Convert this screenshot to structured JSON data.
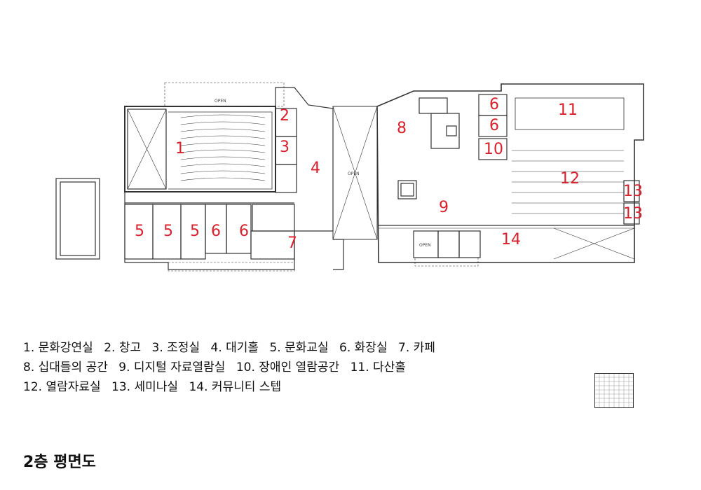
{
  "title": "2층 평면도",
  "open_labels": [
    "OPEN",
    "OPEN",
    "OPEN"
  ],
  "legend": [
    [
      "1. 문화강연실",
      "2. 창고",
      "3. 조정실",
      "4. 대기홀",
      "5. 문화교실",
      "6. 화장실",
      "7. 카페"
    ],
    [
      "8. 십대들의 공간",
      "9. 디지털 자료열람실",
      "10. 장애인 열람공간",
      "11. 다산홀"
    ],
    [
      "12. 열람자료실",
      "13. 세미나실",
      "14. 커뮤니티 스텝"
    ]
  ],
  "room_labels": [
    "1",
    "2",
    "3",
    "4",
    "5",
    "5",
    "5",
    "6",
    "6",
    "6",
    "6",
    "7",
    "8",
    "9",
    "10",
    "11",
    "12",
    "13",
    "13",
    "14"
  ],
  "colors": {
    "label": "#d9202c",
    "line": "#333333"
  }
}
